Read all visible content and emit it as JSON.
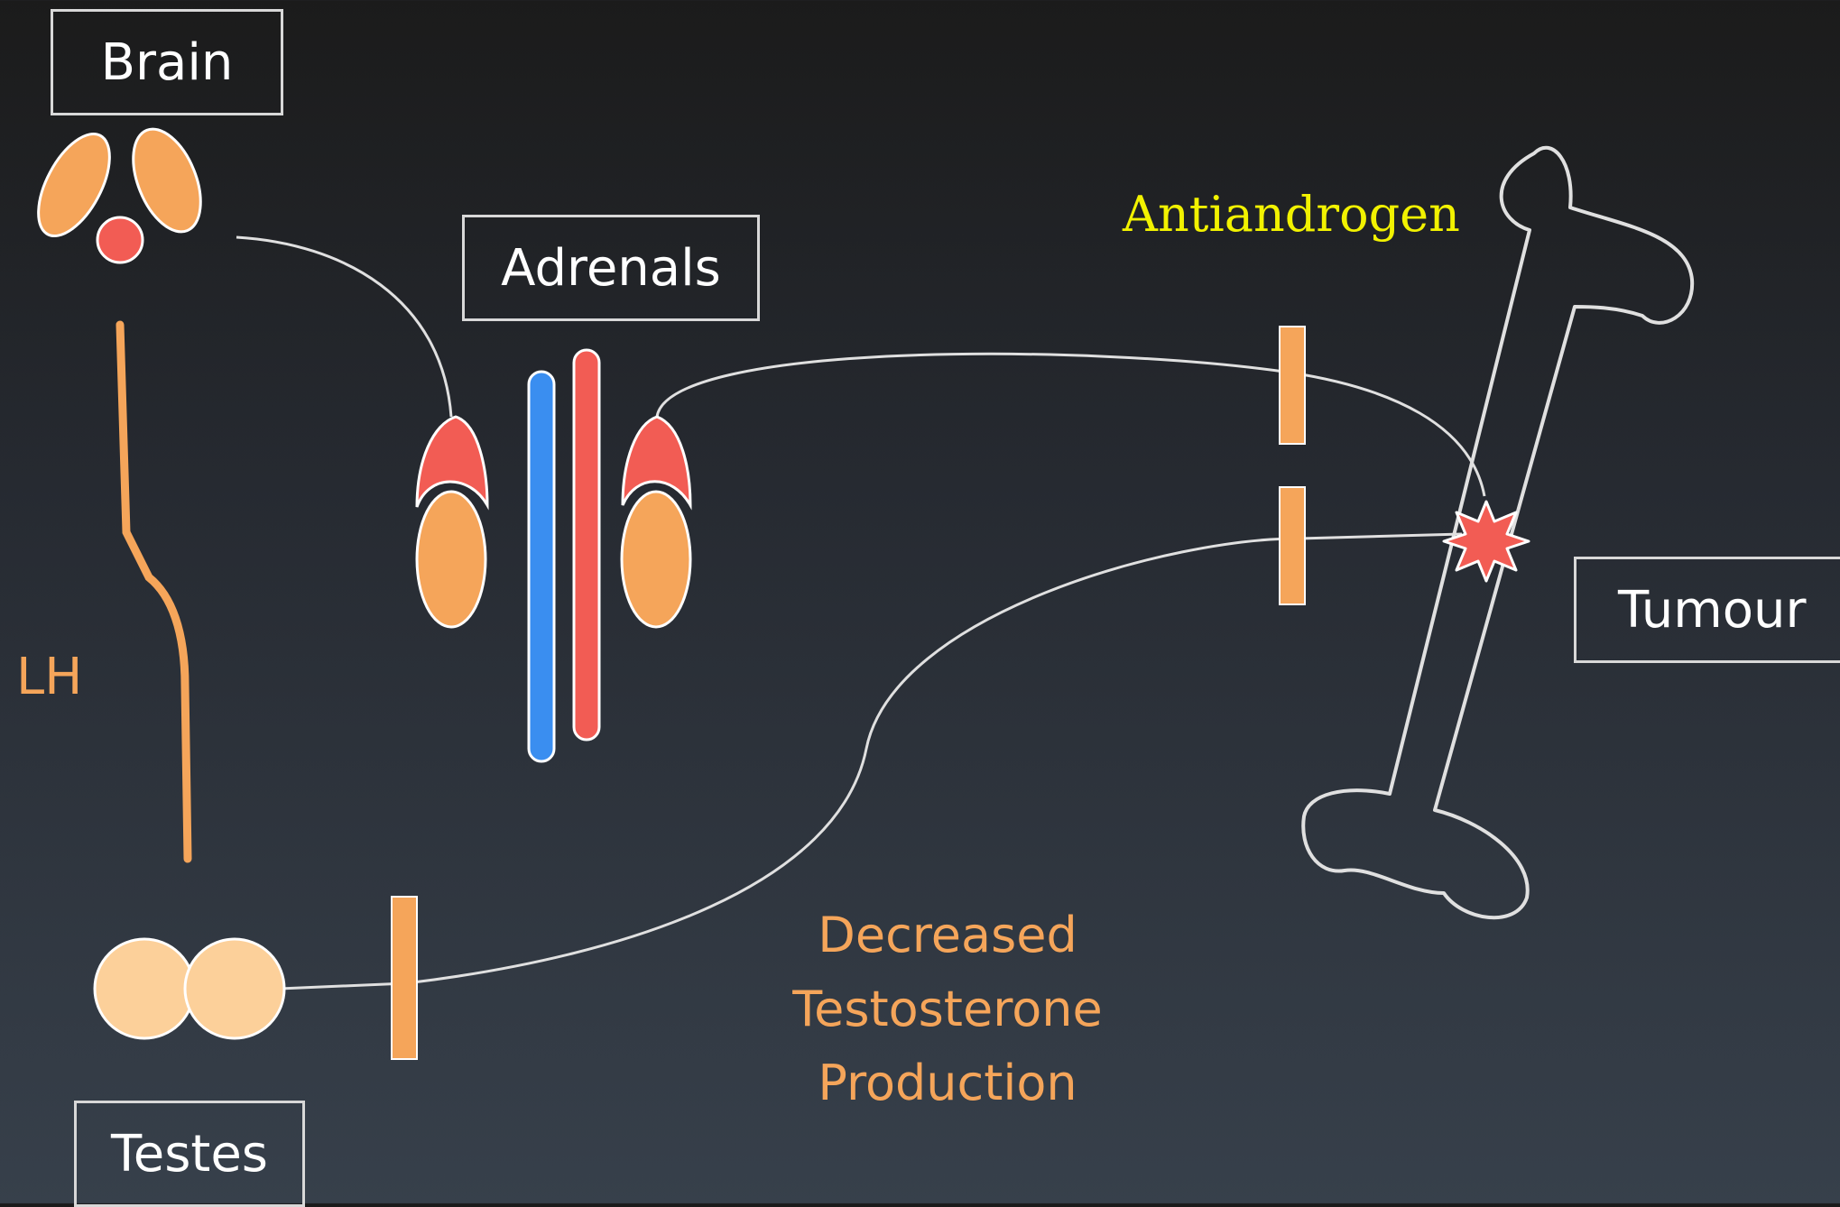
{
  "labels": {
    "brain": "Brain",
    "adrenals": "Adrenals",
    "tumour": "Tumour",
    "testes": "Testes",
    "lh": "LH",
    "antiandrogen": "Antiandrogen",
    "decreased_line1": "Decreased",
    "decreased_line2": "Testosterone",
    "decreased_line3": "Production"
  },
  "colors": {
    "background_top": "#1b1b1b",
    "background_bottom": "#37404b",
    "orange": "#f5a55a",
    "red": "#f25c54",
    "blue": "#3a8ef0",
    "yellow": "#f2f200",
    "line": "#e0e0e0",
    "testes_fill": "#fcd09a"
  }
}
